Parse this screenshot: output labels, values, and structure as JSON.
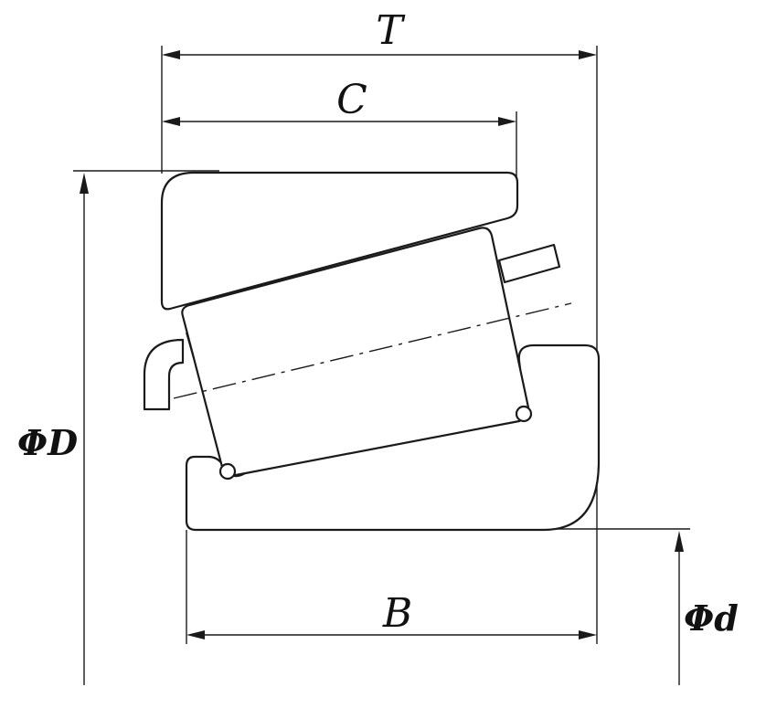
{
  "labels": {
    "T": "T",
    "C": "C",
    "B": "B",
    "D": "ΦD",
    "d": "Φd"
  },
  "colors": {
    "line": "#1a1a1a",
    "background": "#ffffff"
  }
}
